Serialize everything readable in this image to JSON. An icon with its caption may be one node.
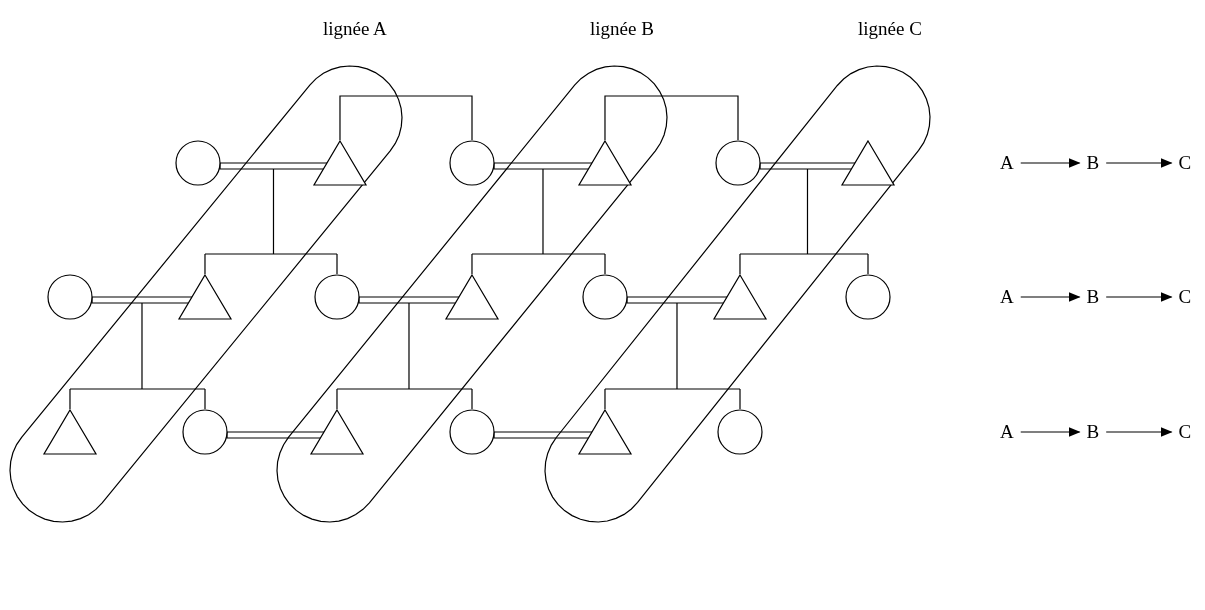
{
  "diagram": {
    "nodes": [
      {
        "text": [
          "lignée A"
        ]
      },
      {
        "text": [
          "lignée B"
        ]
      },
      {
        "text": [
          "lignée C"
        ]
      },
      {
        "text": [],
        "shape": "circle"
      },
      {
        "text": [],
        "shape": "triangle",
        "in": 0
      },
      {
        "text": [],
        "shape": "circle"
      },
      {
        "text": [],
        "shape": "triangle",
        "in": 1
      },
      {
        "text": [],
        "shape": "circle"
      },
      {
        "text": [],
        "shape": "triangle",
        "in": 2
      },
      {
        "text": [],
        "shape": "circle"
      },
      {
        "text": [],
        "shape": "triangle",
        "in": 0
      },
      {
        "text": [],
        "shape": "circle"
      },
      {
        "text": [],
        "shape": "triangle",
        "in": 1
      },
      {
        "text": [],
        "shape": "circle"
      },
      {
        "text": [],
        "shape": "triangle",
        "in": 2
      },
      {
        "text": [],
        "shape": "circle"
      },
      {
        "text": [],
        "shape": "triangle",
        "in": 0
      },
      {
        "text": [],
        "shape": "circle"
      },
      {
        "text": [],
        "shape": "triangle",
        "in": 1
      },
      {
        "text": [],
        "shape": "circle"
      },
      {
        "text": [],
        "shape": "triangle",
        "in": 2
      },
      {
        "text": [],
        "shape": "circle"
      },
      {
        "text": [
          "A"
        ]
      },
      {
        "text": [
          "B"
        ]
      },
      {
        "text": [
          "C"
        ]
      },
      {
        "text": [
          "A"
        ]
      },
      {
        "text": [
          "B"
        ]
      },
      {
        "text": [
          "C"
        ]
      },
      {
        "text": [
          "A"
        ]
      },
      {
        "text": [
          "B"
        ]
      },
      {
        "text": [
          "C"
        ]
      }
    ],
    "edges": [
      {
        "from": 3,
        "to": 4,
        "arrow": "none"
      },
      {
        "from": 5,
        "to": 6,
        "arrow": "none"
      },
      {
        "from": 7,
        "to": 8,
        "arrow": "none"
      },
      {
        "from": 4,
        "to": 5,
        "arrow": "none"
      },
      {
        "from": 6,
        "to": 7,
        "arrow": "none"
      },
      {
        "from": 3,
        "to": 10,
        "arrow": "none"
      },
      {
        "from": 4,
        "to": 10,
        "arrow": "none"
      },
      {
        "from": 3,
        "to": 11,
        "arrow": "none"
      },
      {
        "from": 4,
        "to": 11,
        "arrow": "none"
      },
      {
        "from": 5,
        "to": 12,
        "arrow": "none"
      },
      {
        "from": 6,
        "to": 12,
        "arrow": "none"
      },
      {
        "from": 5,
        "to": 13,
        "arrow": "none"
      },
      {
        "from": 6,
        "to": 13,
        "arrow": "none"
      },
      {
        "from": 7,
        "to": 14,
        "arrow": "none"
      },
      {
        "from": 8,
        "to": 14,
        "arrow": "none"
      },
      {
        "from": 7,
        "to": 15,
        "arrow": "none"
      },
      {
        "from": 8,
        "to": 15,
        "arrow": "none"
      },
      {
        "from": 9,
        "to": 10,
        "arrow": "none"
      },
      {
        "from": 11,
        "to": 12,
        "arrow": "none"
      },
      {
        "from": 13,
        "to": 14,
        "arrow": "none"
      },
      {
        "from": 9,
        "to": 16,
        "arrow": "none"
      },
      {
        "from": 10,
        "to": 16,
        "arrow": "none"
      },
      {
        "from": 9,
        "to": 17,
        "arrow": "none"
      },
      {
        "from": 10,
        "to": 17,
        "arrow": "none"
      },
      {
        "from": 11,
        "to": 18,
        "arrow": "none"
      },
      {
        "from": 12,
        "to": 18,
        "arrow": "none"
      },
      {
        "from": 11,
        "to": 19,
        "arrow": "none"
      },
      {
        "from": 12,
        "to": 19,
        "arrow": "none"
      },
      {
        "from": 13,
        "to": 20,
        "arrow": "none"
      },
      {
        "from": 14,
        "to": 20,
        "arrow": "none"
      },
      {
        "from": 13,
        "to": 21,
        "arrow": "none"
      },
      {
        "from": 14,
        "to": 21,
        "arrow": "none"
      },
      {
        "from": 17,
        "to": 18,
        "arrow": "none"
      },
      {
        "from": 19,
        "to": 20,
        "arrow": "none"
      },
      {
        "from": 22,
        "to": 23,
        "arrow": "to"
      },
      {
        "from": 23,
        "to": 24,
        "arrow": "to"
      },
      {
        "from": 25,
        "to": 26,
        "arrow": "to"
      },
      {
        "from": 26,
        "to": 27,
        "arrow": "to"
      },
      {
        "from": 28,
        "to": 29,
        "arrow": "to"
      },
      {
        "from": 29,
        "to": 30,
        "arrow": "to"
      }
    ]
  }
}
